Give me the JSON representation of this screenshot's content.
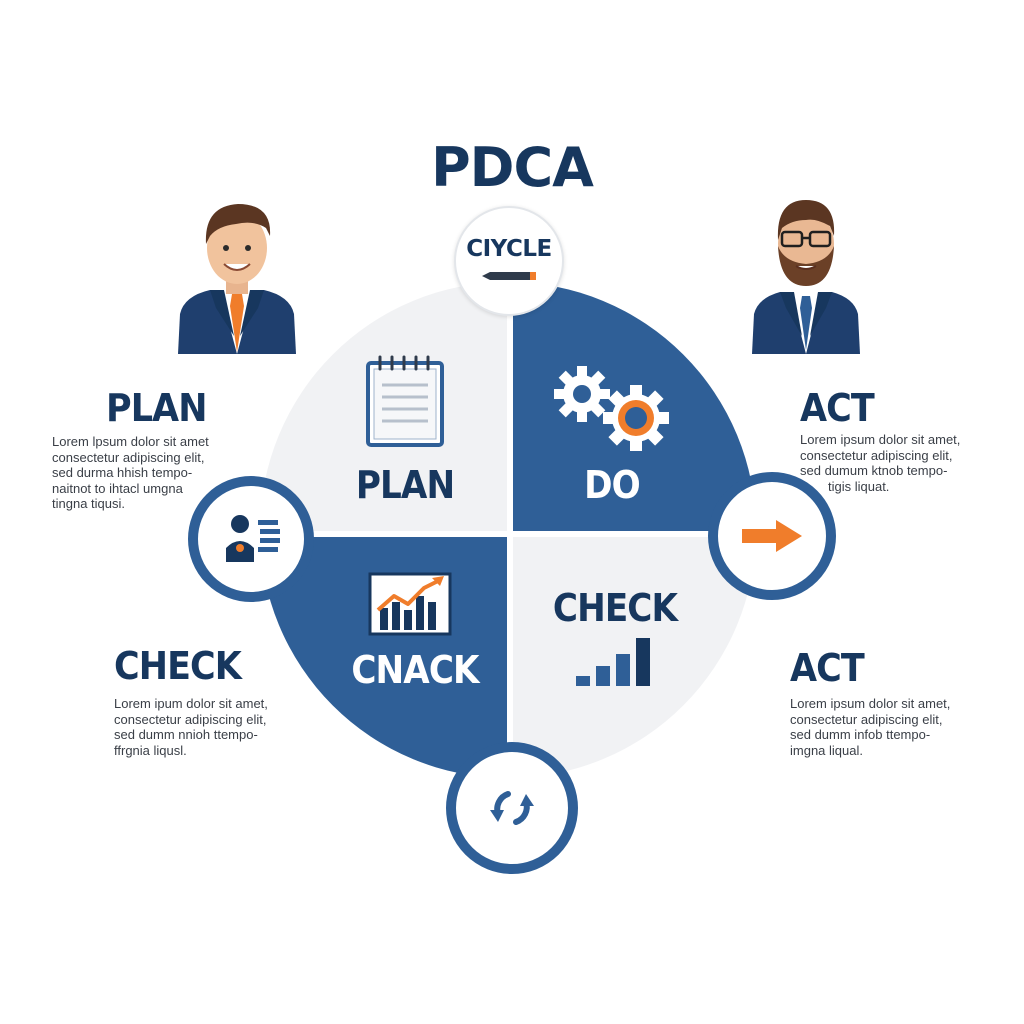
{
  "title": "PDCA",
  "cycle_badge": {
    "label": "CIYCLE",
    "icon": "pencil-icon"
  },
  "quadrants": {
    "plan": {
      "label": "PLAN",
      "icon": "notepad-icon"
    },
    "do": {
      "label": "DO",
      "icon": "gears-icon"
    },
    "check": {
      "label": "CHECK",
      "icon": "bar-chart-icon"
    },
    "cnack": {
      "label": "CNACK",
      "icon": "growth-chart-icon"
    }
  },
  "side_blocks": {
    "top_left": {
      "heading": "PLAN",
      "lines": [
        "Lorem lpsum dolor sit amet",
        "consectetur adipiscing elit,",
        "sed durma hhish tempo-",
        "naitnot to ihtacl umgna",
        "tingna tiqusi."
      ]
    },
    "top_right": {
      "heading": "ACT",
      "lines": [
        "Lorem ipsum dolor sit amet,",
        "consectetur adipiscing elit,",
        "sed dumum ktnob tempo-",
        "tigis liquat."
      ]
    },
    "bottom_left": {
      "heading": "CHECK",
      "lines": [
        "Lorem ipum dolor sit amet,",
        "consectetur adipiscing elit,",
        "sed dumm nnioh ttempo-",
        "ffrgnia liqusl."
      ]
    },
    "bottom_right": {
      "heading": "ACT",
      "lines": [
        "Lorem ipsum dolor sit amet,",
        "consectetur adipiscing elit,",
        "sed dumm infob ttempo-",
        "imgna liqual."
      ]
    }
  },
  "badges": {
    "left": {
      "icon": "team-icon"
    },
    "right": {
      "icon": "arrow-right-icon"
    },
    "bottom": {
      "icon": "refresh-cycle-icon"
    }
  },
  "people": {
    "left": {
      "icon": "businessman-avatar"
    },
    "right": {
      "icon": "bearded-businessman-avatar"
    }
  },
  "colors": {
    "navy": "#17375e",
    "blue": "#2f5f97",
    "light": "#f1f2f4",
    "orange": "#f07d2b"
  }
}
